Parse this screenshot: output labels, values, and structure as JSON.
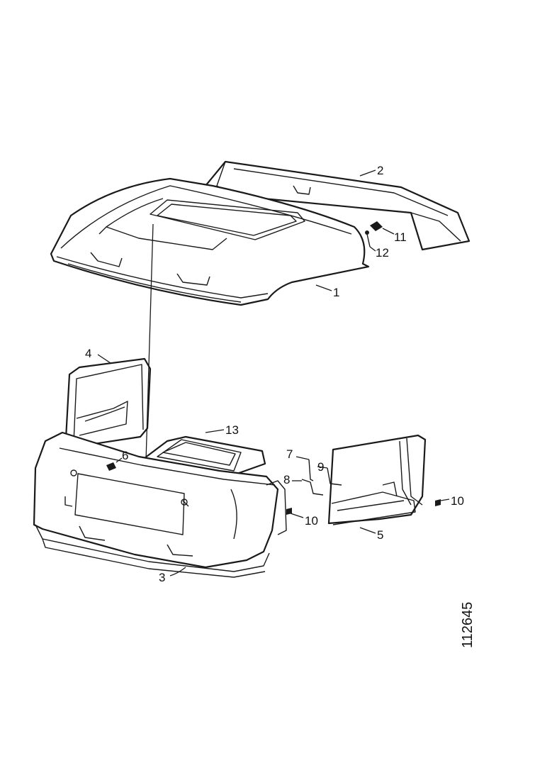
{
  "callouts": {
    "c1": "1",
    "c2": "2",
    "c3": "3",
    "c4": "4",
    "c5": "5",
    "c6": "6",
    "c7": "7",
    "c8": "8",
    "c9": "9",
    "c10a": "10",
    "c10b": "10",
    "c11": "11",
    "c12": "12",
    "c13": "13"
  },
  "drawing_number": "112645"
}
